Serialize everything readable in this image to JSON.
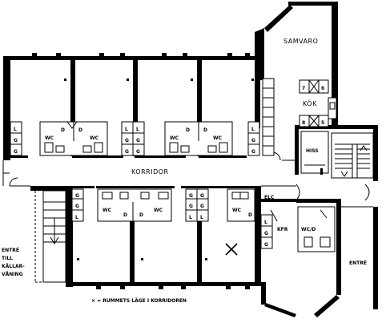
{
  "labels": {
    "samvaro": "SAMVARO",
    "kok": "KÖK",
    "hiss": "HISS",
    "korridor": "KORRIDOR",
    "elc": "ELC",
    "kfr": "KFR",
    "wc_d": "WC/D",
    "entre": "ENTRÉ",
    "entre_kallare": [
      "ENTRÉ",
      "TILL",
      "KÄLLAR-",
      "VÅNING"
    ],
    "legend": "× = RUMMETS LÄGE I KORRIDOREN"
  },
  "fixtures": {
    "wc": "WC",
    "d": "D",
    "l": "L",
    "g": "G",
    "kitchen_numbers": [
      "7",
      "6",
      "8",
      "5"
    ]
  }
}
